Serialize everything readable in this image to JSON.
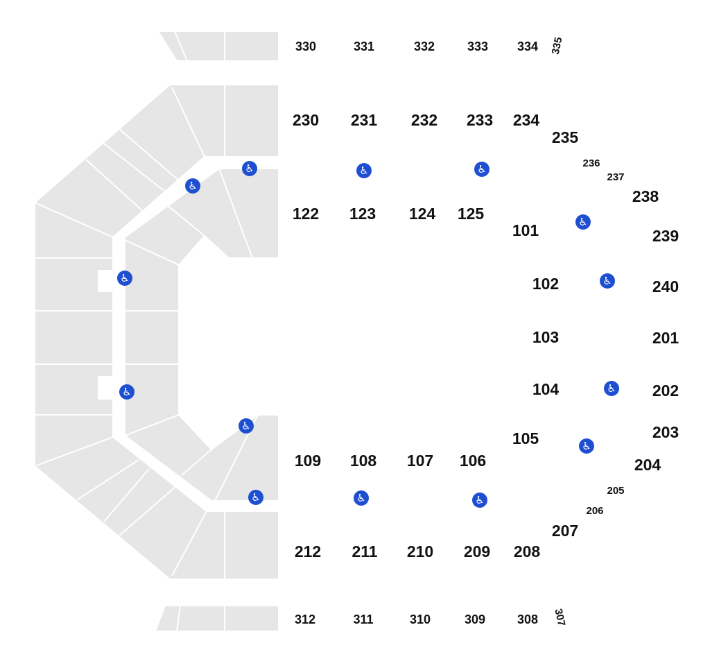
{
  "colors": {
    "section_fill": "#e6e6e6",
    "section_outline": "#ffffff",
    "label_text": "#111111",
    "accessible_icon": "#1f4fd1"
  },
  "icons": {
    "accessible_seating": "wheelchair-icon"
  },
  "sections": {
    "upper_300_top": [
      "330",
      "331",
      "332",
      "333",
      "334",
      "335"
    ],
    "upper_300_bottom": [
      "312",
      "311",
      "310",
      "309",
      "308",
      "307"
    ],
    "mid_200_top": [
      "230",
      "231",
      "232",
      "233",
      "234",
      "235",
      "236",
      "237",
      "238",
      "239",
      "240"
    ],
    "mid_200_right": [
      "201",
      "202",
      "203",
      "204",
      "205",
      "206",
      "207"
    ],
    "mid_200_bottom": [
      "212",
      "211",
      "210",
      "209",
      "208"
    ],
    "lower_100_top": [
      "122",
      "123",
      "124",
      "125",
      "101"
    ],
    "lower_100_right": [
      "102",
      "103",
      "104",
      "105"
    ],
    "lower_100_bottom": [
      "109",
      "108",
      "107",
      "106"
    ]
  },
  "accessible_seating_count": 14
}
